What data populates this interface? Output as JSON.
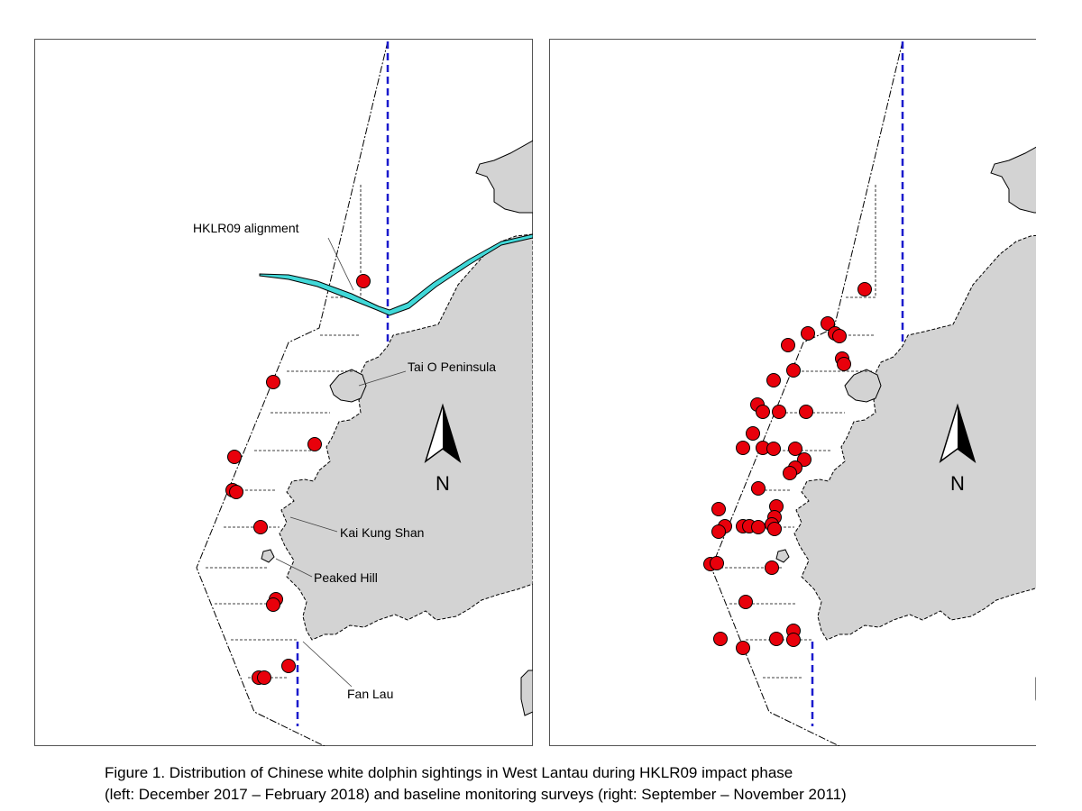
{
  "figure": {
    "caption_line1": "Figure 1.  Distribution of Chinese white dolphin sightings in West Lantau during HKLR09 impact phase",
    "caption_line2": "(left: December 2017 – February 2018) and baseline monitoring surveys (right: September – November 2011)"
  },
  "colors": {
    "land": "#d3d3d3",
    "sighting": "#e8000b",
    "boundary": "#1a1acd",
    "alignment": "#40d8d8"
  },
  "north_arrow": {
    "label": "N"
  },
  "panels": [
    {
      "id": "left",
      "labels": [
        {
          "key": "alignment",
          "text": "HKLR09 alignment"
        },
        {
          "key": "tai_o",
          "text": "Tai O Peninsula"
        },
        {
          "key": "kai_kung",
          "text": "Kai Kung Shan"
        },
        {
          "key": "peaked",
          "text": "Peaked Hill"
        },
        {
          "key": "fan_lau",
          "text": "Fan Lau"
        }
      ],
      "sightings": [
        [
          403,
          312
        ],
        [
          303,
          424
        ],
        [
          349,
          493
        ],
        [
          260,
          507
        ],
        [
          258,
          544
        ],
        [
          262,
          546
        ],
        [
          289,
          585
        ],
        [
          306,
          665
        ],
        [
          303,
          671
        ],
        [
          320,
          739
        ],
        [
          287,
          752
        ],
        [
          293,
          752
        ]
      ]
    },
    {
      "id": "right",
      "labels": [],
      "sightings": [
        [
          959,
          321
        ],
        [
          918,
          359
        ],
        [
          896,
          370
        ],
        [
          926,
          370
        ],
        [
          931,
          373
        ],
        [
          874,
          383
        ],
        [
          934,
          398
        ],
        [
          936,
          404
        ],
        [
          880,
          411
        ],
        [
          858,
          422
        ],
        [
          840,
          449
        ],
        [
          846,
          457
        ],
        [
          864,
          457
        ],
        [
          894,
          457
        ],
        [
          835,
          481
        ],
        [
          824,
          497
        ],
        [
          846,
          497
        ],
        [
          858,
          498
        ],
        [
          882,
          498
        ],
        [
          892,
          510
        ],
        [
          882,
          519
        ],
        [
          876,
          525
        ],
        [
          841,
          542
        ],
        [
          861,
          562
        ],
        [
          859,
          574
        ],
        [
          797,
          565
        ],
        [
          804,
          584
        ],
        [
          797,
          590
        ],
        [
          824,
          584
        ],
        [
          831,
          584
        ],
        [
          841,
          585
        ],
        [
          856,
          582
        ],
        [
          859,
          587
        ],
        [
          788,
          626
        ],
        [
          795,
          625
        ],
        [
          856,
          630
        ],
        [
          827,
          668
        ],
        [
          880,
          700
        ],
        [
          799,
          709
        ],
        [
          861,
          709
        ],
        [
          880,
          710
        ],
        [
          824,
          719
        ]
      ]
    }
  ]
}
